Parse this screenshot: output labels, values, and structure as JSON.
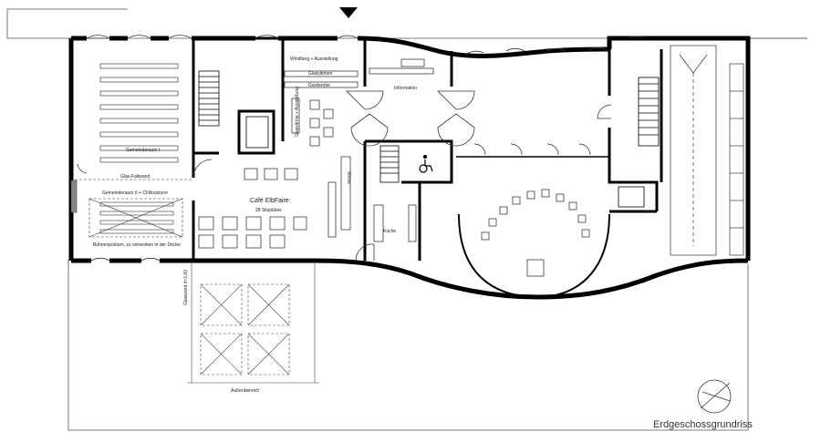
{
  "title": "Erdgeschossgrundriss",
  "rooms": {
    "gemeinderaum_1": "Gemeinderaum I",
    "glas_faltwand": "Glas-Faltwand",
    "gemeinderaum_2": "Gemeinderaum II + Chilloutzone",
    "buehnenpodium": "Bühnenpodium, zu versenken in der Decke",
    "windfang": "Windfang + Ausstellung",
    "glasvitrinen": "Glasvitrinen",
    "garderobe": "Garderobe",
    "information": "Information",
    "glasvitrine_ausstellung": "Glasvitrine + Ausstellung",
    "cafe_name": "Café  ElbFaire",
    "cafe_seats": "28 Sitzplätze",
    "vitrine": "Vitrine",
    "kueche": "Küche",
    "glaswand": "Glaswand h=1.60",
    "aussenbereich": "Außenbereich"
  },
  "colors": {
    "wall": "#000000",
    "line": "#333333",
    "background": "#ffffff"
  },
  "icons": [
    "wheelchair-icon",
    "entrance-arrow-icon",
    "north-arrow-icon"
  ]
}
